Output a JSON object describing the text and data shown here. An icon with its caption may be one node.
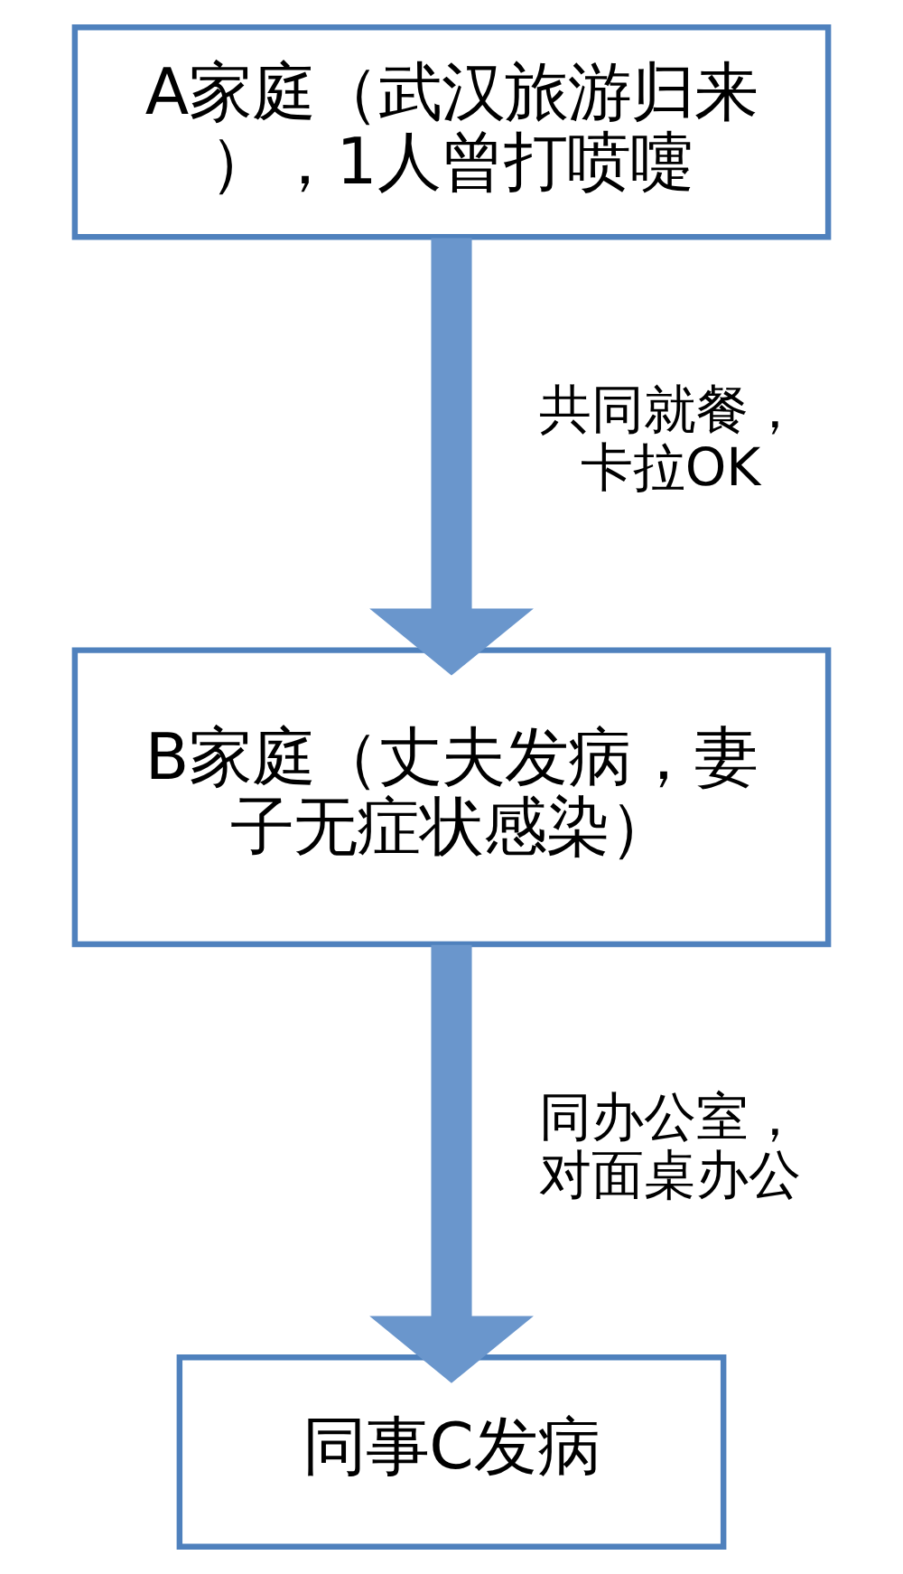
{
  "diagram": {
    "nodes": [
      {
        "text": [
          "A家庭（武汉旅游归来），1人曾打喷嚏"
        ]
      },
      {
        "text": [
          "B家庭（丈夫发病，妻子无症状感染）"
        ]
      },
      {
        "text": [
          "同事C发病"
        ]
      }
    ],
    "edges": [
      {
        "from": 0,
        "to": 1,
        "arrow": "to",
        "label": "共同就餐，卡拉OK"
      },
      {
        "from": 1,
        "to": 2,
        "arrow": "to",
        "label": "同办公室，对面桌办公"
      }
    ]
  }
}
